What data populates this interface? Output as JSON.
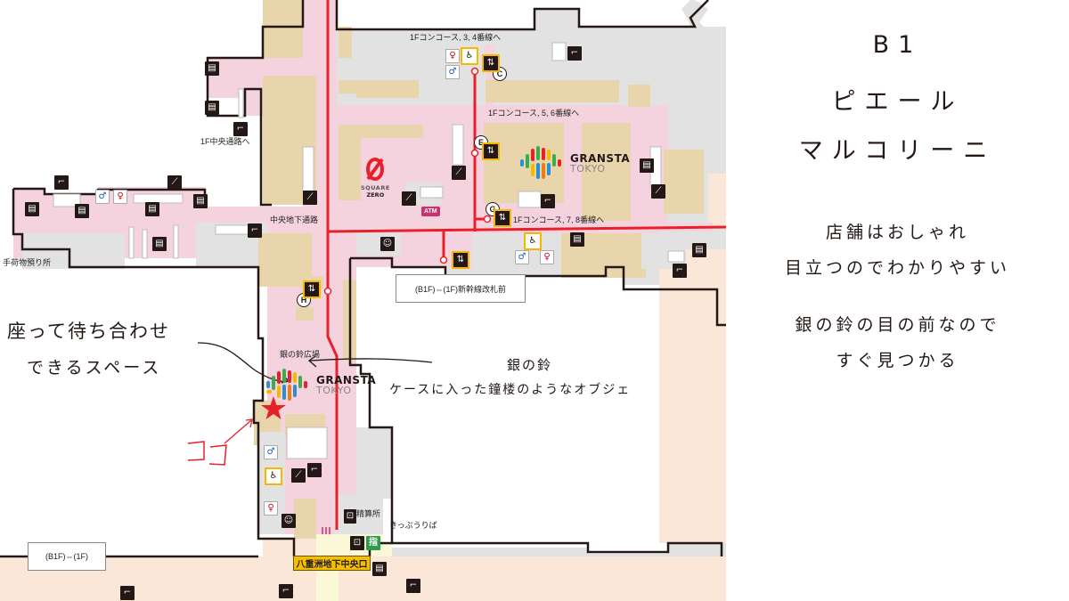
{
  "map": {
    "floor_labels": {
      "to_1f_central": "1F中央通路へ",
      "baggage": "手荷物預り所",
      "central_underground": "中央地下通路",
      "concourse_34": "1Fコンコース, 3, 4番線へ",
      "concourse_56": "1Fコンコース, 5, 6番線へ",
      "concourse_78": "1Fコンコース, 7, 8番線へ",
      "shinkansen_box": "(B1F)⇔(1F)新幹線改札前",
      "b1f_1f_box": "(B1F)⇔(1F)",
      "silver_bell_plaza": "銀の鈴広場",
      "fare_adjust": "精算所",
      "ticket_office": "きっぷうりば",
      "yaesu_exit": "八重洲地下中央口",
      "reserved_seat": "指"
    },
    "elevator_badges": [
      "C",
      "E",
      "G",
      "H"
    ],
    "brands": {
      "gransta_line1": "GRANSTA",
      "gransta_line2": "TOKYO",
      "square_zero_line1": "SQUARE",
      "square_zero_line2": "ZERO",
      "atm": "ATM"
    },
    "colors": {
      "concourse_pink": "#f4d3df",
      "shop_tan": "#e8d5ac",
      "service_gray": "#e2e2e2",
      "outer_peach": "#fbe7d8",
      "exit_cream": "#fbf8d7",
      "route_red": "#e8202a",
      "elevator_yellow": "#f5b700",
      "wall_black": "#231815"
    }
  },
  "annotations": {
    "seating_line1": "座って待ち合わせ",
    "seating_line2": "できるスペース",
    "bell_title": "銀の鈴",
    "bell_desc": "ケースに入った鐘楼のようなオブジェ",
    "here": "ココ"
  },
  "panel": {
    "floor": "B1",
    "shop_line1": "ピエール",
    "shop_line2": "マルコリーニ",
    "note1_line1": "店舗はおしゃれ",
    "note1_line2": "目立つのでわかりやすい",
    "note2_line1": "銀の鈴の目の前なので",
    "note2_line2": "すぐ見つかる"
  }
}
